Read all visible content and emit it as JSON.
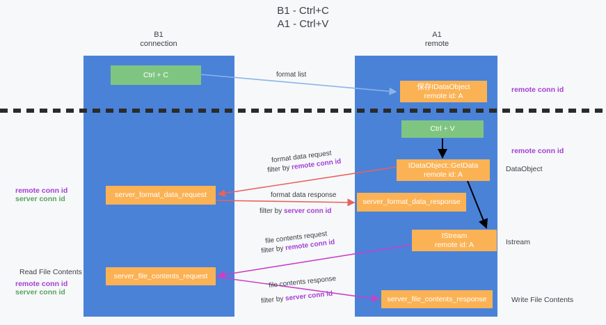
{
  "title": {
    "line1": "B1 - Ctrl+C",
    "line2": "A1 - Ctrl+V"
  },
  "lanes": [
    {
      "id": "b1",
      "name": "B1",
      "subtitle": "connection",
      "color": "#4a82d8"
    },
    {
      "id": "a1",
      "name": "A1",
      "subtitle": "remote",
      "color": "#4a82d8"
    }
  ],
  "colors": {
    "lane_blue": "#4a82d8",
    "box_green": "#7fc582",
    "box_orange": "#fbb254",
    "accent_purple": "#a33fd1",
    "accent_green": "#5aa35d",
    "arrow_lightblue": "#8ab4e8",
    "arrow_red": "#e8625c",
    "arrow_magenta": "#c940c9",
    "arrow_black": "#000000",
    "text_dark": "#3c4043",
    "divider": "#2b2b2b",
    "page_bg": "#f7f8fa"
  },
  "boxes": {
    "ctrl_c": {
      "line1": "Ctrl + C",
      "line2": "",
      "style": "green"
    },
    "save_idataobject": {
      "line1": "保存IDataObject",
      "line2": "remote id: A",
      "style": "orange"
    },
    "ctrl_v": {
      "line1": "Ctrl + V",
      "line2": "",
      "style": "green"
    },
    "idataobject_getdata": {
      "line1": "IDataObject::GetData",
      "line2": "remote id: A",
      "style": "orange"
    },
    "server_format_data_request": {
      "line1": "server_format_data_request",
      "line2": "",
      "style": "orange"
    },
    "server_format_data_response": {
      "line1": "server_format_data_response",
      "line2": "",
      "style": "orange"
    },
    "istream": {
      "line1": "IStream",
      "line2": "remote id: A",
      "style": "orange"
    },
    "server_file_contents_request": {
      "line1": "server_file_contents_request",
      "line2": "",
      "style": "orange"
    },
    "server_file_contents_response": {
      "line1": "server_file_contents_response",
      "line2": "",
      "style": "orange"
    }
  },
  "edge_labels": {
    "format_list": "format list",
    "format_data_request": "format data request",
    "format_data_request_filter_prefix": "filter by ",
    "format_data_request_filter_key": "remote conn id",
    "format_data_response": "format data response",
    "format_data_response_filter_prefix": "filter by ",
    "format_data_response_filter_key": "server conn id",
    "file_contents_request": "file contents request",
    "file_contents_request_filter_prefix": "filter by ",
    "file_contents_request_filter_key": "remote conn id",
    "file_contents_response": "file contents response",
    "file_contents_response_filter_prefix": "filter by ",
    "file_contents_response_filter_key": "server conn id"
  },
  "right_notes": {
    "remote_conn_id_top": "remote conn id",
    "remote_conn_id_mid": "remote conn id",
    "dataobject": "DataObject",
    "istream": "Istream",
    "write_file_contents": "Write File Contents"
  },
  "left_notes": {
    "remote_conn_id_upper": "remote conn id",
    "server_conn_id_upper": "server conn id",
    "read_file_contents": "Read File Contents",
    "remote_conn_id_lower": "remote conn id",
    "server_conn_id_lower": "server conn id"
  }
}
